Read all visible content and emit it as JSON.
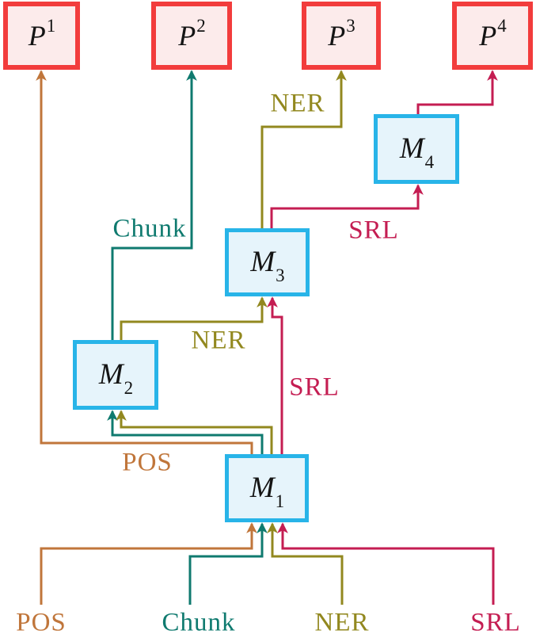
{
  "diagram": {
    "title": "sequential multi-task model pipeline",
    "colors": {
      "pos": "#c0763b",
      "chunk": "#0f7a6f",
      "ner": "#92881f",
      "srl": "#c41d52",
      "pBorder": "#f23c3c",
      "pFill": "#fcebeb",
      "mBorder": "#28b4e8",
      "mFill": "#e6f4fb"
    },
    "nodes": {
      "p1": {
        "base": "P",
        "sup": "1"
      },
      "p2": {
        "base": "P",
        "sup": "2"
      },
      "p3": {
        "base": "P",
        "sup": "3"
      },
      "p4": {
        "base": "P",
        "sup": "4"
      },
      "m1": {
        "base": "M",
        "sub": "1"
      },
      "m2": {
        "base": "M",
        "sub": "2"
      },
      "m3": {
        "base": "M",
        "sub": "3"
      },
      "m4": {
        "base": "M",
        "sub": "4"
      }
    },
    "edge_labels": {
      "pos_bottom": "POS",
      "chunk_bottom": "Chunk",
      "ner_bottom": "NER",
      "srl_bottom": "SRL",
      "pos_mid": "POS",
      "srl_mid": "SRL",
      "ner_mid": "NER",
      "chunk_top": "Chunk",
      "ner_top": "NER",
      "srl_top": "SRL"
    },
    "edges": [
      {
        "task": "POS",
        "from": "input",
        "to": "M1"
      },
      {
        "task": "Chunk",
        "from": "input",
        "to": "M1"
      },
      {
        "task": "NER",
        "from": "input",
        "to": "M1"
      },
      {
        "task": "SRL",
        "from": "input",
        "to": "M1"
      },
      {
        "task": "POS",
        "from": "M1",
        "to": "P1"
      },
      {
        "task": "Chunk",
        "from": "M1",
        "to": "M2"
      },
      {
        "task": "NER",
        "from": "M1",
        "to": "M2"
      },
      {
        "task": "SRL",
        "from": "M1",
        "to": "M3"
      },
      {
        "task": "Chunk",
        "from": "M2",
        "to": "P2"
      },
      {
        "task": "NER",
        "from": "M2",
        "to": "M3"
      },
      {
        "task": "NER",
        "from": "M3",
        "to": "P3"
      },
      {
        "task": "SRL",
        "from": "M3",
        "to": "M4"
      },
      {
        "task": "SRL",
        "from": "M4",
        "to": "P4"
      }
    ]
  }
}
